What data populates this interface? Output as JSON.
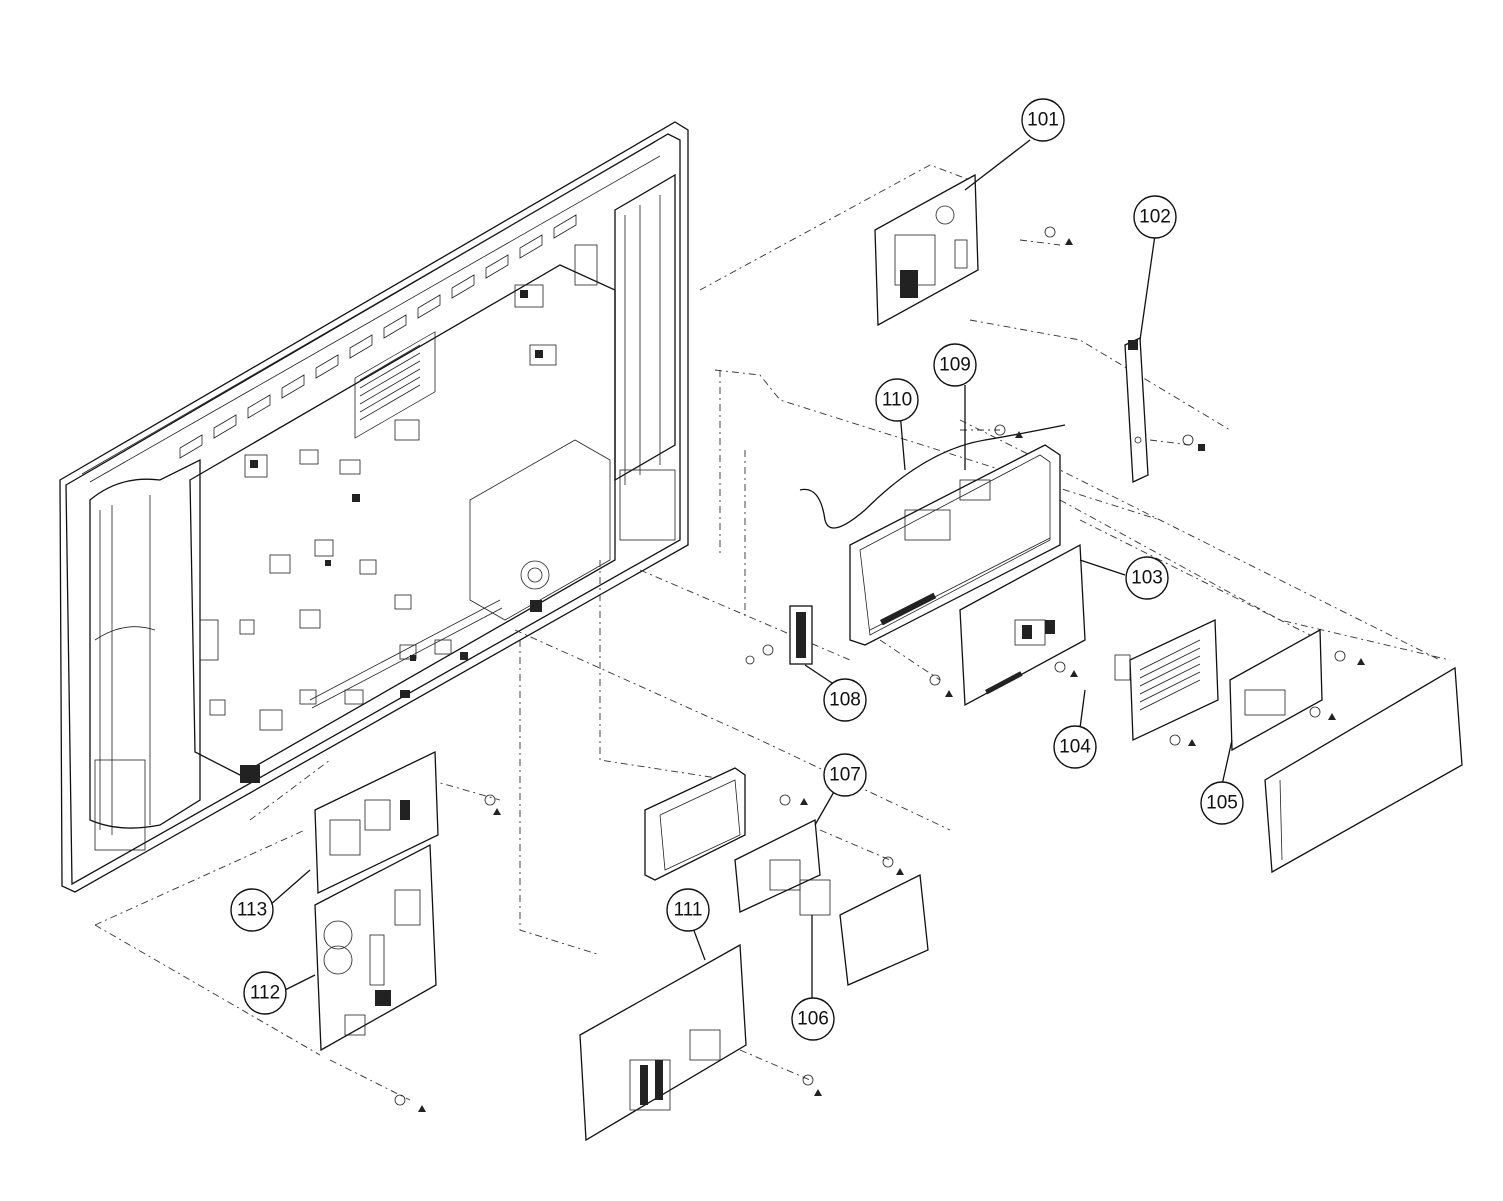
{
  "callouts": [
    {
      "id": "101",
      "label": "101"
    },
    {
      "id": "102",
      "label": "102"
    },
    {
      "id": "103",
      "label": "103"
    },
    {
      "id": "104",
      "label": "104"
    },
    {
      "id": "105",
      "label": "105"
    },
    {
      "id": "106",
      "label": "106"
    },
    {
      "id": "107",
      "label": "107"
    },
    {
      "id": "108",
      "label": "108"
    },
    {
      "id": "109",
      "label": "109"
    },
    {
      "id": "110",
      "label": "110"
    },
    {
      "id": "111",
      "label": "111"
    },
    {
      "id": "112",
      "label": "112"
    },
    {
      "id": "113",
      "label": "113"
    }
  ],
  "colors": {
    "line": "#111111",
    "background": "#ffffff"
  }
}
